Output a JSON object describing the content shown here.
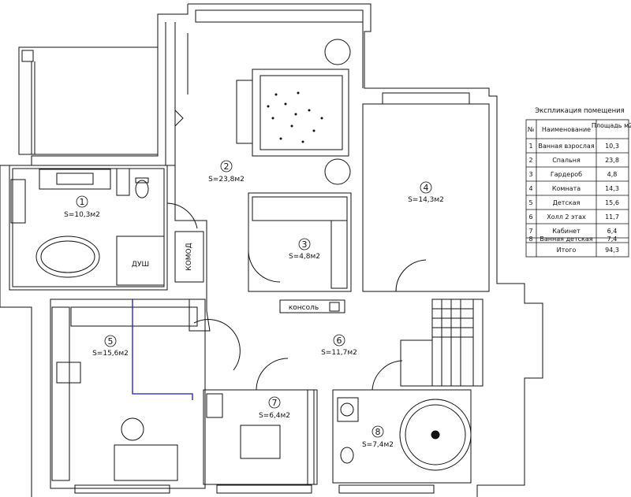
{
  "rooms": [
    {
      "num": "1",
      "area": "S=10,3м2"
    },
    {
      "num": "2",
      "area": "S=23,8м2"
    },
    {
      "num": "3",
      "area": "S=4,8м2"
    },
    {
      "num": "4",
      "area": "S=14,3м2"
    },
    {
      "num": "5",
      "area": "S=15,6м2"
    },
    {
      "num": "6",
      "area": "S=11,7м2"
    },
    {
      "num": "7",
      "area": "S=6,4м2"
    },
    {
      "num": "8",
      "area": "S=7,4м2"
    }
  ],
  "labels": {
    "shower": "ДУШ",
    "dresser": "КОМОД",
    "console": "консоль"
  },
  "table": {
    "title": "Экспликация помещения",
    "headers": [
      "№",
      "Наименование",
      "Площадь м2"
    ],
    "rows": [
      {
        "n": "1",
        "name": "Ванная взрослая",
        "area": "10,3"
      },
      {
        "n": "2",
        "name": "Спальня",
        "area": "23,8"
      },
      {
        "n": "3",
        "name": "Гардероб",
        "area": "4,8"
      },
      {
        "n": "4",
        "name": "Комната",
        "area": "14,3"
      },
      {
        "n": "5",
        "name": "Детская",
        "area": "15,6"
      },
      {
        "n": "6",
        "name": "Холл 2 этах",
        "area": "11,7"
      },
      {
        "n": "7",
        "name": "Кабинет",
        "area": "6,4"
      },
      {
        "n": "8",
        "name": "Ванная детская",
        "area": "7,4"
      }
    ],
    "total_label": "Итого",
    "total_value": "94,3"
  }
}
